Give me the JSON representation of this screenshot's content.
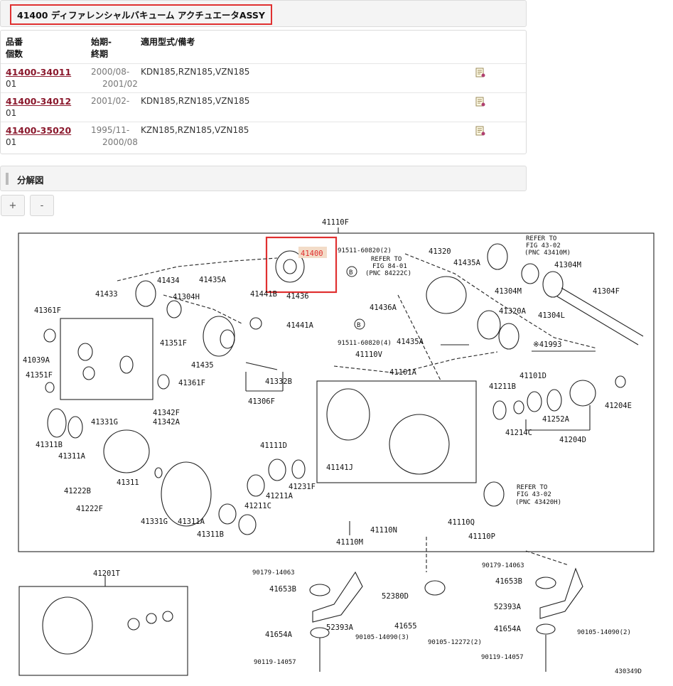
{
  "title": "41400 ディファレンシャルバキューム アクチュエータASSY",
  "table": {
    "headers": {
      "part_no": "品番",
      "qty": "個数",
      "start": "始期-",
      "end": "終期",
      "models": "適用型式/備考"
    },
    "rows": [
      {
        "part_no": "41400-34011",
        "qty": "01",
        "start": "2000/08-",
        "end": "2001/02",
        "models": "KDN185,RZN185,VZN185"
      },
      {
        "part_no": "41400-34012",
        "qty": "01",
        "start": "2001/02-",
        "end": "",
        "models": "KDN185,RZN185,VZN185"
      },
      {
        "part_no": "41400-35020",
        "qty": "01",
        "start": "1995/11-",
        "end": "2000/08",
        "models": "KZN185,RZN185,VZN185"
      }
    ]
  },
  "section_title": "分解図",
  "zoom": {
    "plus": "+",
    "minus": "-"
  },
  "diagram": {
    "highlight": "41400",
    "figure_id": "430349D",
    "labels": {
      "l41110F": "41110F",
      "l41400": "41400",
      "l91511a": "91511-60820(2)",
      "refer84a": "REFER TO",
      "refer84b": "FIG 84-01",
      "refer84c": "(PNC 84222C)",
      "l41320": "41320",
      "refer43a1": "REFER TO",
      "refer43a2": "FIG 43-02",
      "refer43a3": "(PNC 43410M)",
      "l41304M1": "41304M",
      "l41304M2": "41304M",
      "l41435A1": "41435A",
      "l41434": "41434",
      "l41435A2": "41435A",
      "l41433": "41433",
      "l41304H": "41304H",
      "l41441B": "41441B",
      "l41436a": "41436",
      "l41436A": "41436A",
      "l41304L": "41304L",
      "l41304F": "41304F",
      "l41361F1": "41361F",
      "l41441A": "41441A",
      "l41320A": "41320A",
      "l41351F1": "41351F",
      "l91511b": "91511-60820(4)",
      "l41435A3": "41435A",
      "l41993": "※41993",
      "l41039A": "41039A",
      "l41110V": "41110V",
      "l41435": "41435",
      "l41101A": "41101A",
      "l41351F2": "41351F",
      "l41332B": "41332B",
      "l41101D": "41101D",
      "l41361F2": "41361F",
      "l41211B": "41211B",
      "l41204E": "41204E",
      "l41306F": "41306F",
      "l41342F": "41342F",
      "l41342A": "41342A",
      "l41252A": "41252A",
      "l41331G1": "41331G",
      "l41214C": "41214C",
      "l41311B1": "41311B",
      "l41204D": "41204D",
      "l41111D": "41111D",
      "l41311A1": "41311A",
      "l41141J": "41141J",
      "l41311": "41311",
      "l41211A": "41211A",
      "l41231F": "41231F",
      "refer43b1": "REFER TO",
      "refer43b2": "FIG 43-02",
      "refer43b3": "(PNC 43420H)",
      "l41222B": "41222B",
      "l41222F": "41222F",
      "l41211C": "41211C",
      "l41110Q": "41110Q",
      "l41331G2": "41331G",
      "l41311A2": "41311A",
      "l41110N": "41110N",
      "l41110P": "41110P",
      "l41311B2": "41311B",
      "l41110M": "41110M",
      "l41201T": "41201T",
      "l90179a": "90179-14063",
      "l90179b": "90179-14063",
      "l41653Ba": "41653B",
      "l41653Bb": "41653B",
      "l52380D": "52380D",
      "l52393Aa": "52393A",
      "l52393Ab": "52393A",
      "l41654Aa": "41654A",
      "l41655": "41655",
      "l41654Ab": "41654A",
      "l90105a": "90105-14090(3)",
      "l90105b": "90105-12272(2)",
      "l90105c": "90105-14090(2)",
      "l90119a": "90119-14057",
      "l90119b": "90119-14057"
    }
  },
  "colors": {
    "highlight_border": "#e03030",
    "part_link": "#8b1a2e",
    "panel_bg": "#f4f4f4"
  }
}
